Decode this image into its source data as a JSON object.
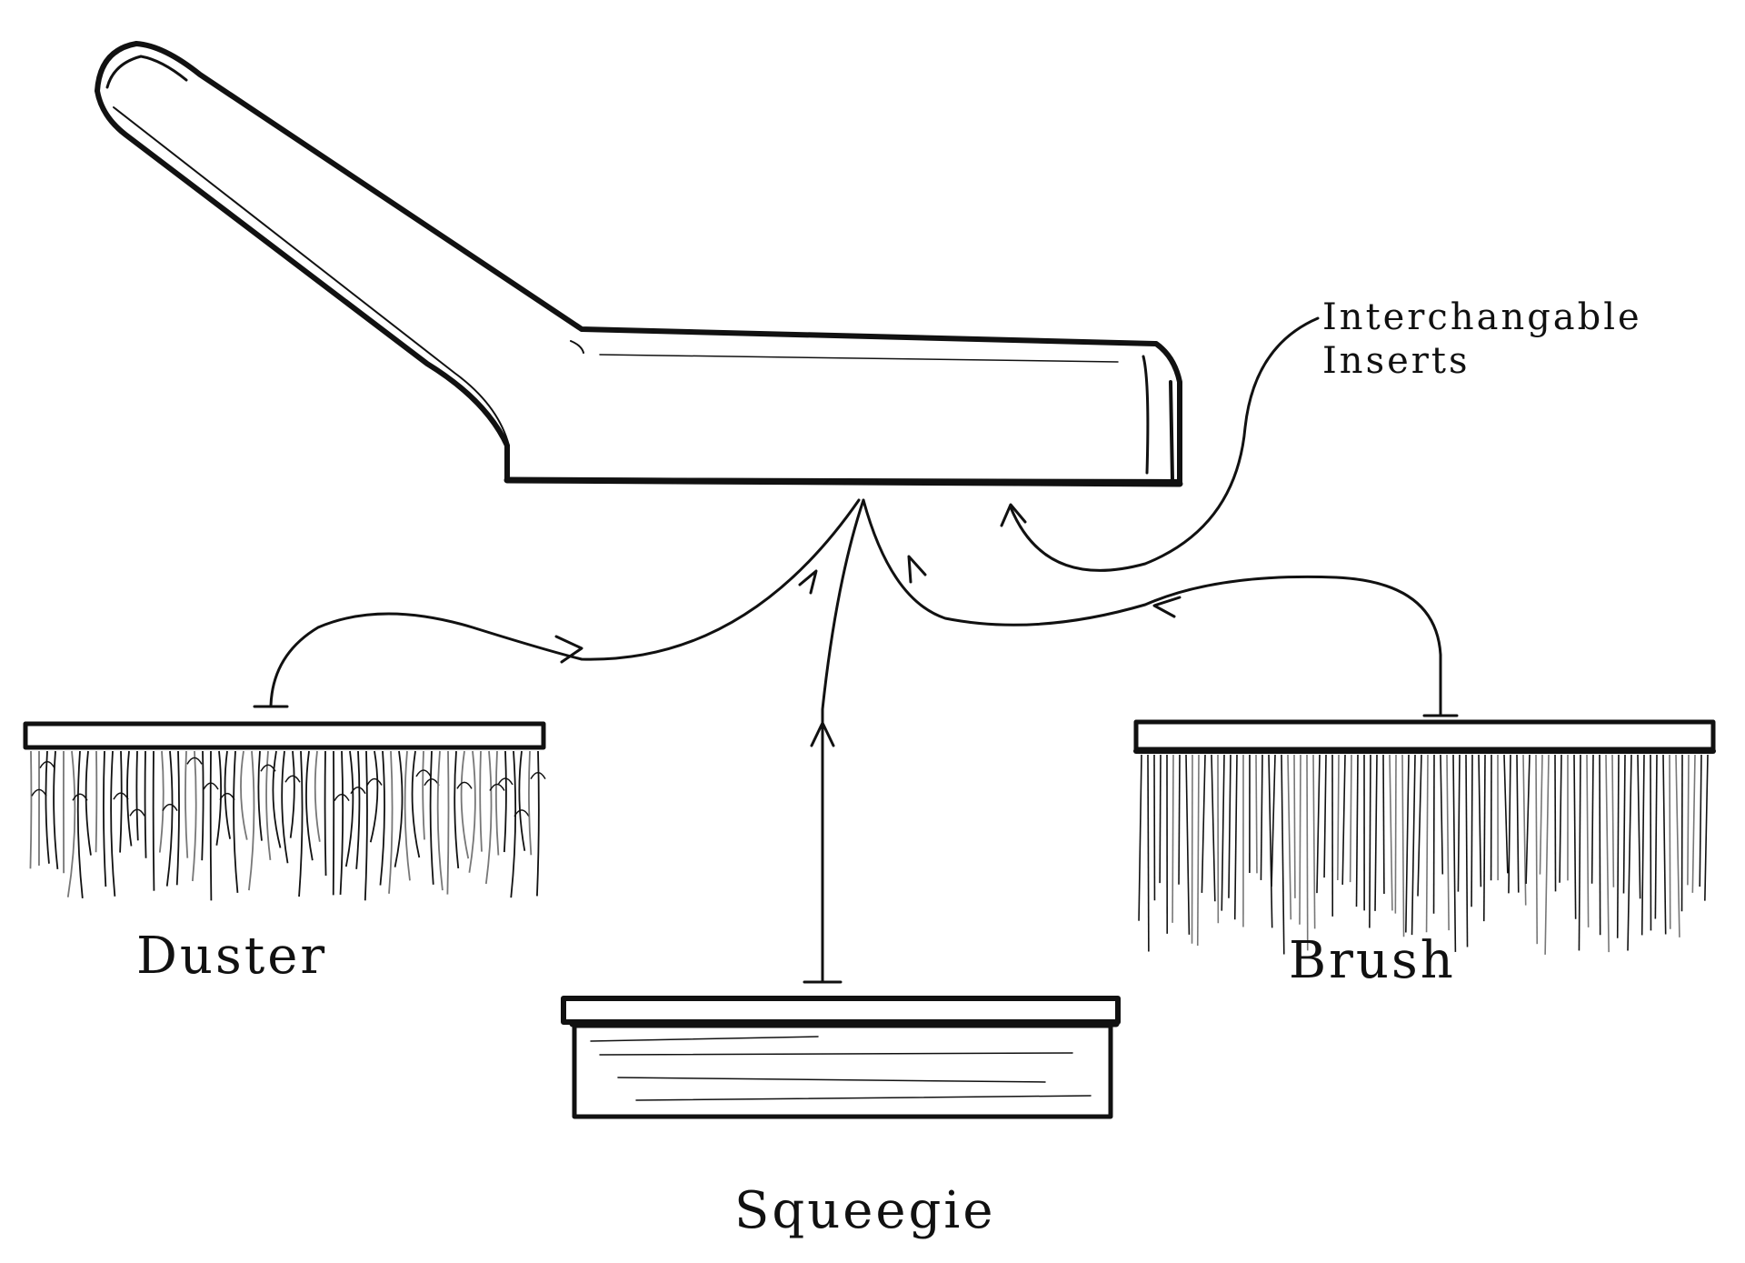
{
  "labels": {
    "callout_line1": "Interchangable",
    "callout_line2": "Inserts",
    "duster": "Duster",
    "squeegie": "Squeegie",
    "brush": "Brush"
  },
  "colors": {
    "ink": "#111111",
    "paper": "#ffffff",
    "faint_ink": "#777777"
  },
  "icons": {
    "main": "vacuum-attachment-head-icon",
    "duster": "duster-insert-icon",
    "squeegie": "squeegee-insert-icon",
    "brush": "brush-insert-icon"
  }
}
